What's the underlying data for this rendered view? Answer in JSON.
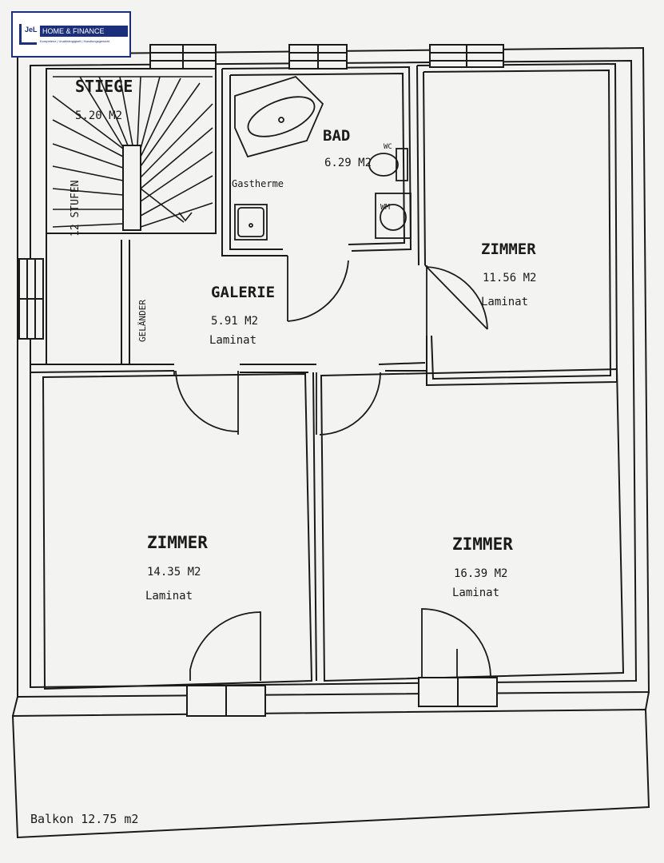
{
  "logo": {
    "mark": "JeL",
    "brand": "HOME & FINANCE",
    "tagline": "Kompetenz | Unabhängigkeit | Handlungsgewicht"
  },
  "rooms": {
    "stiege": {
      "name": "STIEGE",
      "area": "5.20 M2"
    },
    "stairs_note": {
      "text": "12 STUFEN"
    },
    "bad": {
      "name": "BAD",
      "area": "6.29 M2",
      "fixtures": {
        "gastherme": "Gastherme",
        "wc": "WC",
        "wm": "WM"
      }
    },
    "zimmer_ne": {
      "name": "ZIMMER",
      "area": "11.56 M2",
      "floor": "Laminat"
    },
    "galerie": {
      "name": "GALERIE",
      "area": "5.91 M2",
      "floor": "Laminat"
    },
    "gelaender": {
      "text": "GELÄNDER"
    },
    "zimmer_sw": {
      "name": "ZIMMER",
      "area": "14.35 M2",
      "floor": "Laminat"
    },
    "zimmer_se": {
      "name": "ZIMMER",
      "area": "16.39 M2",
      "floor": "Laminat"
    },
    "balkon": {
      "label": "Balkon 12.75 m2"
    }
  }
}
